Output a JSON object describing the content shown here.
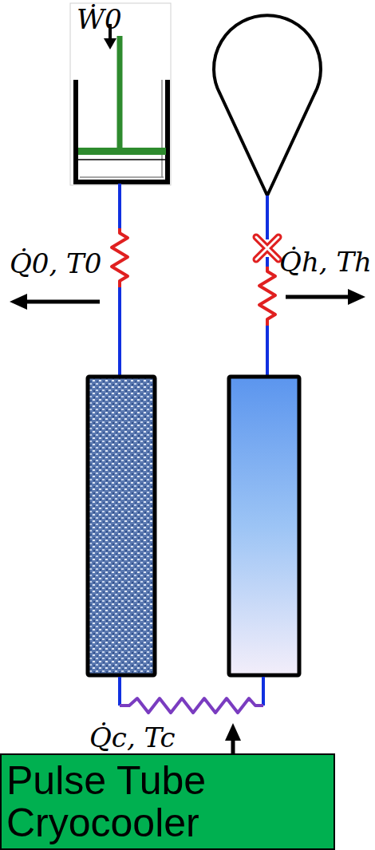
{
  "diagram": {
    "nodes": [
      {
        "text": [
          "Pulse Tube Cryocooler"
        ]
      }
    ],
    "labels": [
      "Ẇ0",
      "Q̇0, T0",
      "Q̇h, Th",
      "Q̇c, Tc"
    ]
  }
}
